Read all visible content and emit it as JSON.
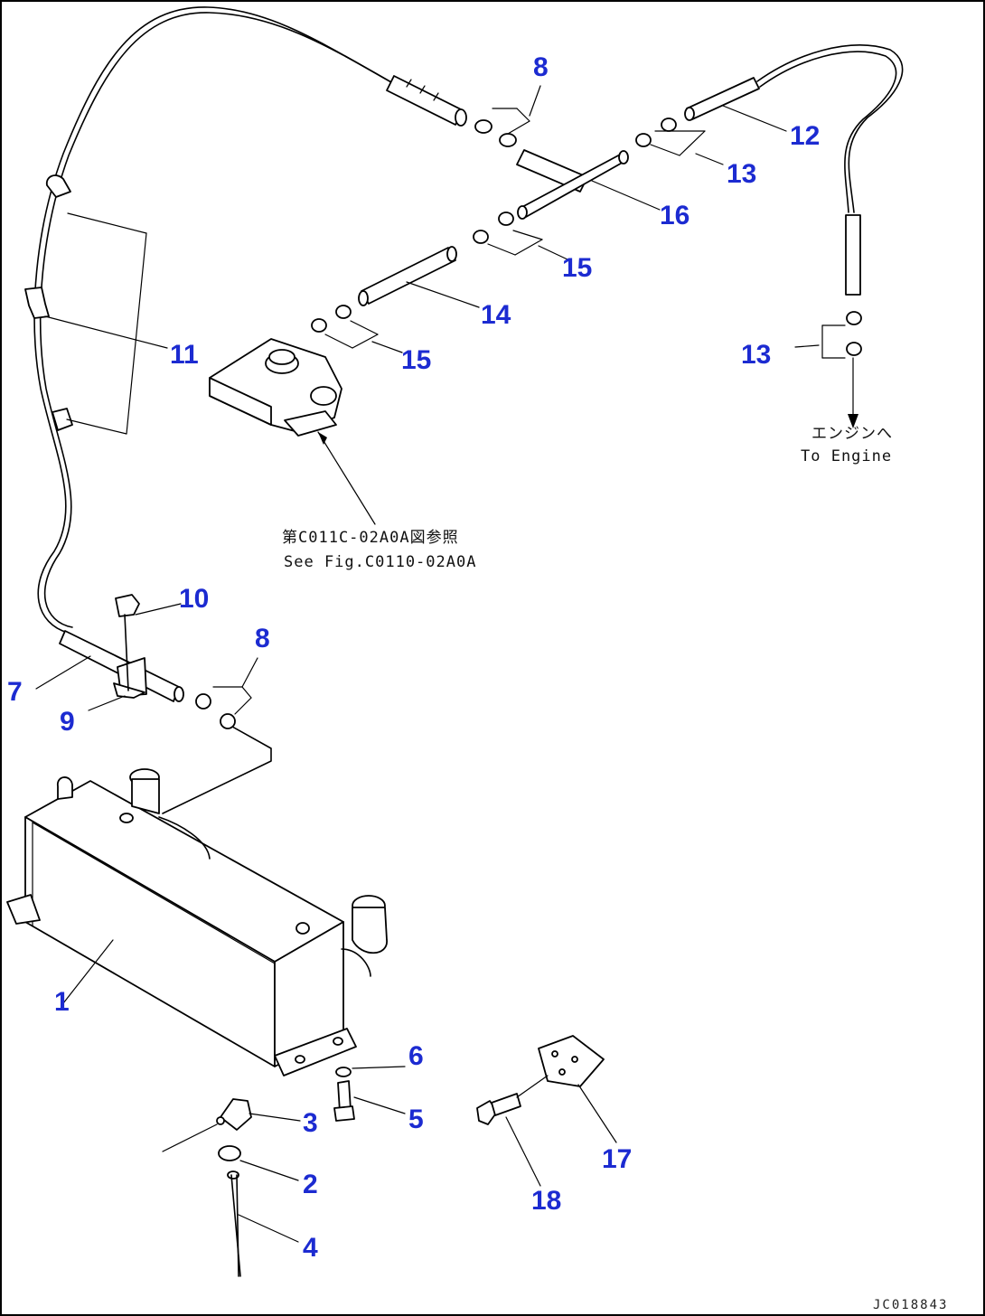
{
  "callouts": {
    "c1": "1",
    "c2": "2",
    "c3": "3",
    "c4": "4",
    "c5": "5",
    "c6": "6",
    "c7": "7",
    "c8a": "8",
    "c8b": "8",
    "c9": "9",
    "c10": "10",
    "c11": "11",
    "c12": "12",
    "c13a": "13",
    "c13b": "13",
    "c14": "14",
    "c15a": "15",
    "c15b": "15",
    "c16": "16",
    "c17": "17",
    "c18": "18"
  },
  "notes": {
    "see_fig_jp": "第C011C-02A0A図参照",
    "see_fig_en": "See Fig.C0110-02A0A",
    "to_engine_jp": "エンジンへ",
    "to_engine_en": "To Engine"
  },
  "drawing_ref": "JC018843",
  "colors": {
    "callout": "#1c2bd1",
    "line": "#000000",
    "background": "#ffffff"
  }
}
